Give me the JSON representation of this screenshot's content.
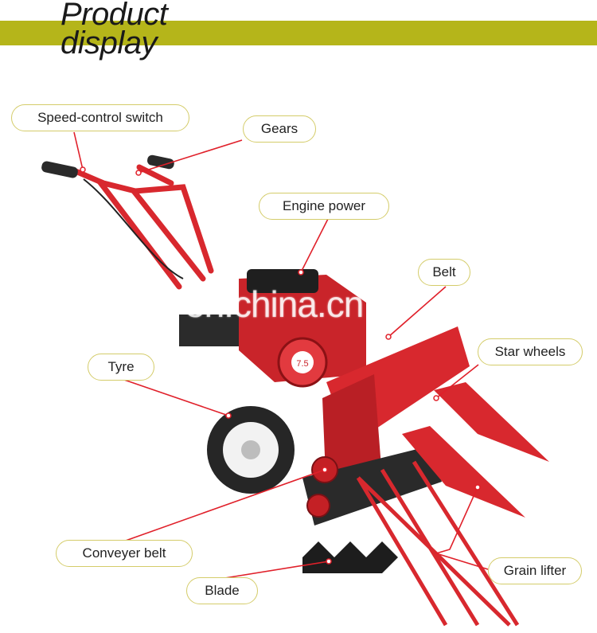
{
  "title": {
    "line1": "Product",
    "line2": "display"
  },
  "watermark": "en.china.cn",
  "colors": {
    "banner": "#b5b51a",
    "machine_red": "#d8282e",
    "callout_line": "#e0202a",
    "pill_border": "#d4cc6a"
  },
  "labels": {
    "speed_control_switch": "Speed-control switch",
    "gears": "Gears",
    "engine_power": "Engine power",
    "belt": "Belt",
    "star_wheels": "Star wheels",
    "tyre": "Tyre",
    "conveyer_belt": "Conveyer belt",
    "grain_lifter": "Grain lifter",
    "blade": "Blade"
  },
  "engine_badge": "7.5"
}
